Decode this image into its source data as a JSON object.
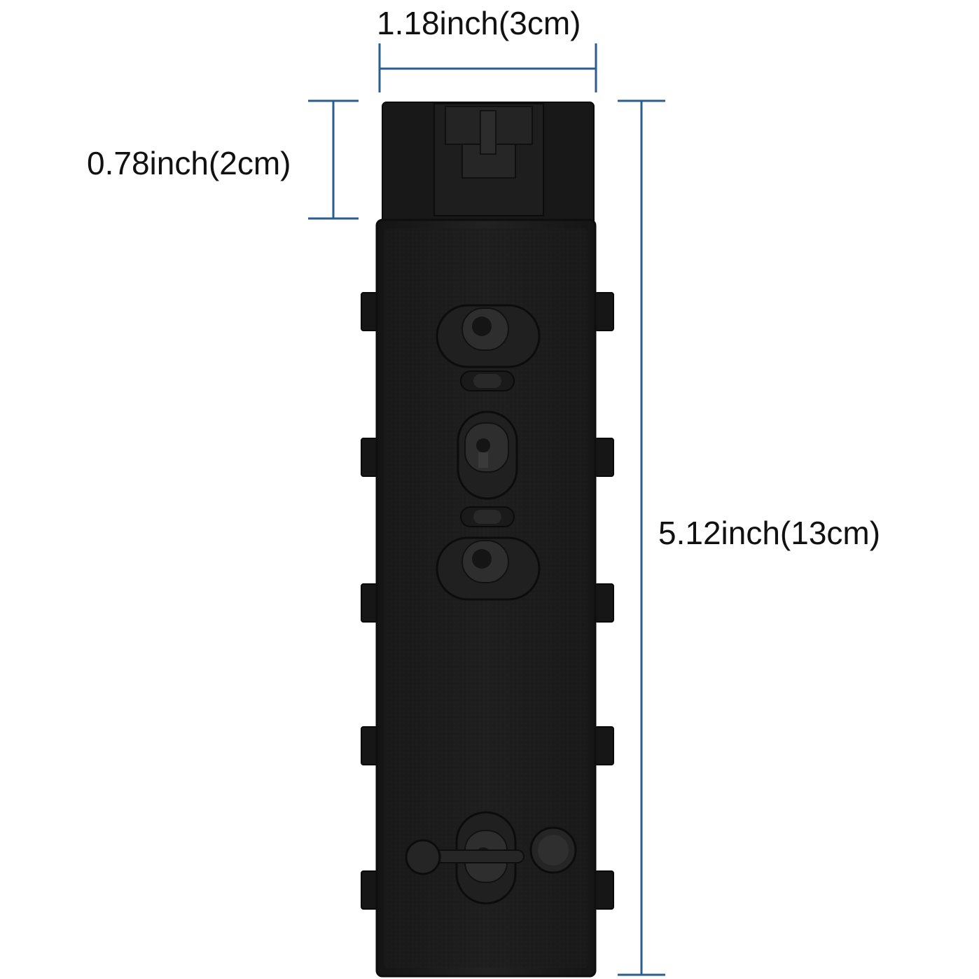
{
  "dimensions": {
    "width_label": "1.18inch(3cm)",
    "connector_height_label": "0.78inch(2cm)",
    "total_length_label": "5.12inch(13cm)"
  },
  "colors": {
    "background": "#ffffff",
    "dimension_line": "#2b5d8f",
    "body": "#1d1d1d",
    "body_edge": "#0e0e0e",
    "button": "#2a2a2a",
    "button_rim": "#111111"
  },
  "product": {
    "type": "seat-adjuster-switch",
    "connector": "top-plug-icon",
    "controls": [
      "oval-toggle-icon",
      "oval-toggle-icon",
      "oval-toggle-icon",
      "oval-toggle-icon",
      "round-knob-icon",
      "round-knob-icon"
    ]
  }
}
